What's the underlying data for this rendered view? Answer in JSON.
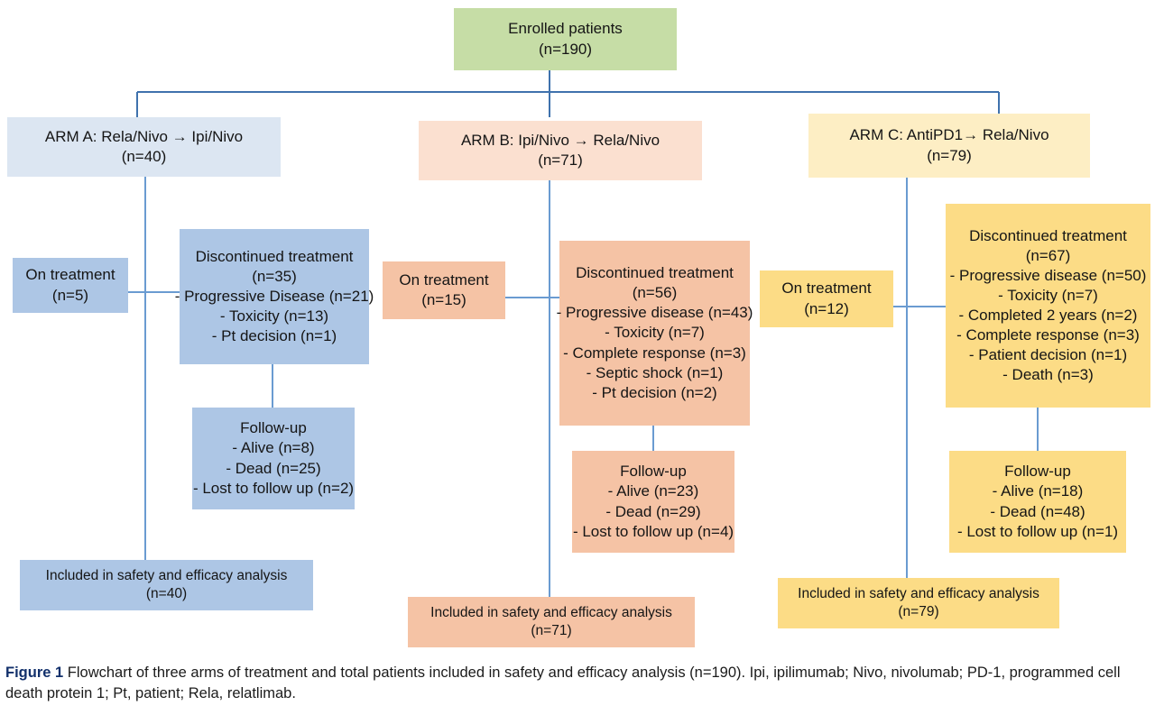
{
  "figure": {
    "label": "Figure 1",
    "caption": "Flowchart of three arms of treatment and total patients included in safety and efficacy analysis (n=190). Ipi, ipilimumab; Nivo, nivolumab; PD-1, programmed cell death protein 1; Pt, patient; Rela, relatlimab."
  },
  "colors": {
    "enrolled": "#c6dda6",
    "arm_a_light": "#dce6f2",
    "arm_a_dark": "#adc6e5",
    "arm_b_light": "#fbe0d0",
    "arm_b_dark": "#f5c3a5",
    "arm_c_light": "#fdeec4",
    "arm_c_dark": "#fcdc86",
    "connector": "#3f72ad"
  },
  "enrolled": {
    "title": "Enrolled patients",
    "count": "(n=190)"
  },
  "arms": [
    {
      "id": "arm-a",
      "title": "ARM A: Rela/Nivo → Ipi/Nivo",
      "count": "(n=40)",
      "on_treatment": {
        "title": "On treatment",
        "count": "(n=5)"
      },
      "discontinued": {
        "title": "Discontinued treatment",
        "count": "(n=35)",
        "reasons": [
          "- Progressive Disease (n=21)",
          "-      Toxicity (n=13)",
          "-     Pt decision (n=1)"
        ]
      },
      "followup": {
        "title": "Follow-up",
        "items": [
          "- Alive (n=8)",
          "- Dead (n=25)",
          "- Lost to follow up (n=2)"
        ]
      },
      "included": {
        "title": "Included in safety and efficacy analysis",
        "count": "(n=40)"
      }
    },
    {
      "id": "arm-b",
      "title": "ARM B: Ipi/Nivo → Rela/Nivo",
      "count": "(n=71)",
      "on_treatment": {
        "title": "On treatment",
        "count": "(n=15)"
      },
      "discontinued": {
        "title": "Discontinued treatment",
        "count": "(n=56)",
        "reasons": [
          "- Progressive disease (n=43)",
          "- Toxicity (n=7)",
          "- Complete response (n=3)",
          "-     Septic shock (n=1)",
          "-     Pt decision (n=2)"
        ]
      },
      "followup": {
        "title": "Follow-up",
        "items": [
          "- Alive (n=23)",
          "- Dead (n=29)",
          "- Lost to follow up (n=4)"
        ]
      },
      "included": {
        "title": "Included in safety and efficacy analysis",
        "count": "(n=71)"
      }
    },
    {
      "id": "arm-c",
      "title": "ARM C: AntiPD1→ Rela/Nivo",
      "count": "(n=79)",
      "on_treatment": {
        "title": "On treatment",
        "count": "(n=12)"
      },
      "discontinued": {
        "title": "Discontinued treatment",
        "count": "(n=67)",
        "reasons": [
          "- Progressive disease (n=50)",
          "- Toxicity (n=7)",
          "-     Completed 2 years (n=2)",
          "- Complete response (n=3)",
          "- Patient decision (n=1)",
          "- Death (n=3)"
        ]
      },
      "followup": {
        "title": "Follow-up",
        "items": [
          "- Alive (n=18)",
          "- Dead (n=48)",
          "- Lost to follow up (n=1)"
        ]
      },
      "included": {
        "title": "Included in safety and efficacy analysis",
        "count": "(n=79)"
      }
    }
  ],
  "chart_data": {
    "type": "diagram",
    "title": "CONSORT-style patient flow diagram",
    "root": {
      "label": "Enrolled patients",
      "n": 190
    },
    "nodes": [
      {
        "id": "arm-a",
        "label": "ARM A: Rela/Nivo → Ipi/Nivo",
        "n": 40,
        "on_treatment": 5,
        "discontinued": 35,
        "discontinued_reasons": [
          {
            "reason": "Progressive Disease",
            "n": 21
          },
          {
            "reason": "Toxicity",
            "n": 13
          },
          {
            "reason": "Pt decision",
            "n": 1
          }
        ],
        "followup": [
          {
            "status": "Alive",
            "n": 8
          },
          {
            "status": "Dead",
            "n": 25
          },
          {
            "status": "Lost to follow up",
            "n": 2
          }
        ],
        "included_in_analysis": 40
      },
      {
        "id": "arm-b",
        "label": "ARM B: Ipi/Nivo → Rela/Nivo",
        "n": 71,
        "on_treatment": 15,
        "discontinued": 56,
        "discontinued_reasons": [
          {
            "reason": "Progressive disease",
            "n": 43
          },
          {
            "reason": "Toxicity",
            "n": 7
          },
          {
            "reason": "Complete response",
            "n": 3
          },
          {
            "reason": "Septic shock",
            "n": 1
          },
          {
            "reason": "Pt decision",
            "n": 2
          }
        ],
        "followup": [
          {
            "status": "Alive",
            "n": 23
          },
          {
            "status": "Dead",
            "n": 29
          },
          {
            "status": "Lost to follow up",
            "n": 4
          }
        ],
        "included_in_analysis": 71
      },
      {
        "id": "arm-c",
        "label": "ARM C: AntiPD1→ Rela/Nivo",
        "n": 79,
        "on_treatment": 12,
        "discontinued": 67,
        "discontinued_reasons": [
          {
            "reason": "Progressive disease",
            "n": 50
          },
          {
            "reason": "Toxicity",
            "n": 7
          },
          {
            "reason": "Completed 2 years",
            "n": 2
          },
          {
            "reason": "Complete response",
            "n": 3
          },
          {
            "reason": "Patient decision",
            "n": 1
          },
          {
            "reason": "Death",
            "n": 3
          }
        ],
        "followup": [
          {
            "status": "Alive",
            "n": 18
          },
          {
            "status": "Dead",
            "n": 48
          },
          {
            "status": "Lost to follow up",
            "n": 1
          }
        ],
        "included_in_analysis": 79
      }
    ]
  }
}
